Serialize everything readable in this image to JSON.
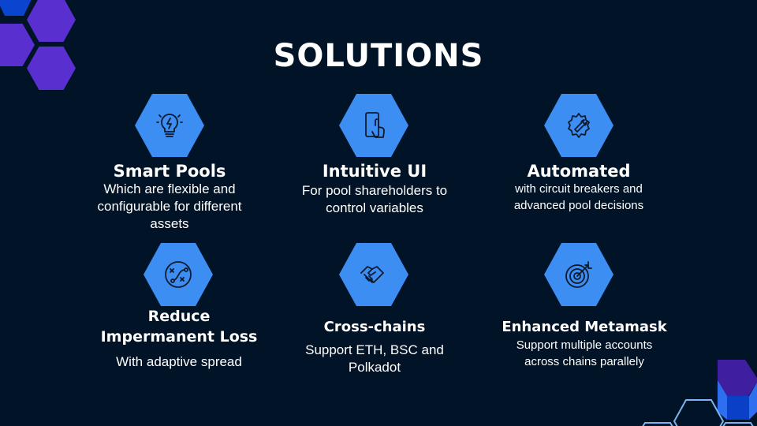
{
  "title": "SOLUTIONS",
  "colors": {
    "background": "#011326",
    "accent": "#3d8ef2",
    "purple": "#5a2fd0"
  },
  "cards": [
    {
      "icon": "lightbulb-icon",
      "title": "Smart Pools",
      "desc": "Which are flexible and configurable for different assets"
    },
    {
      "icon": "touch-phone-icon",
      "title": "Intuitive UI",
      "desc": "For pool shareholders to control variables"
    },
    {
      "icon": "gear-wrench-icon",
      "title": "Automated",
      "desc": "with circuit breakers and advanced pool decisions"
    },
    {
      "icon": "strategy-icon",
      "title": "Reduce Impermanent Loss",
      "desc": "With adaptive spread"
    },
    {
      "icon": "handshake-icon",
      "title": "Cross-chains",
      "desc": "Support ETH, BSC and Polkadot"
    },
    {
      "icon": "target-icon",
      "title": "Enhanced Metamask",
      "desc": "Support multiple accounts across chains parallely"
    }
  ]
}
